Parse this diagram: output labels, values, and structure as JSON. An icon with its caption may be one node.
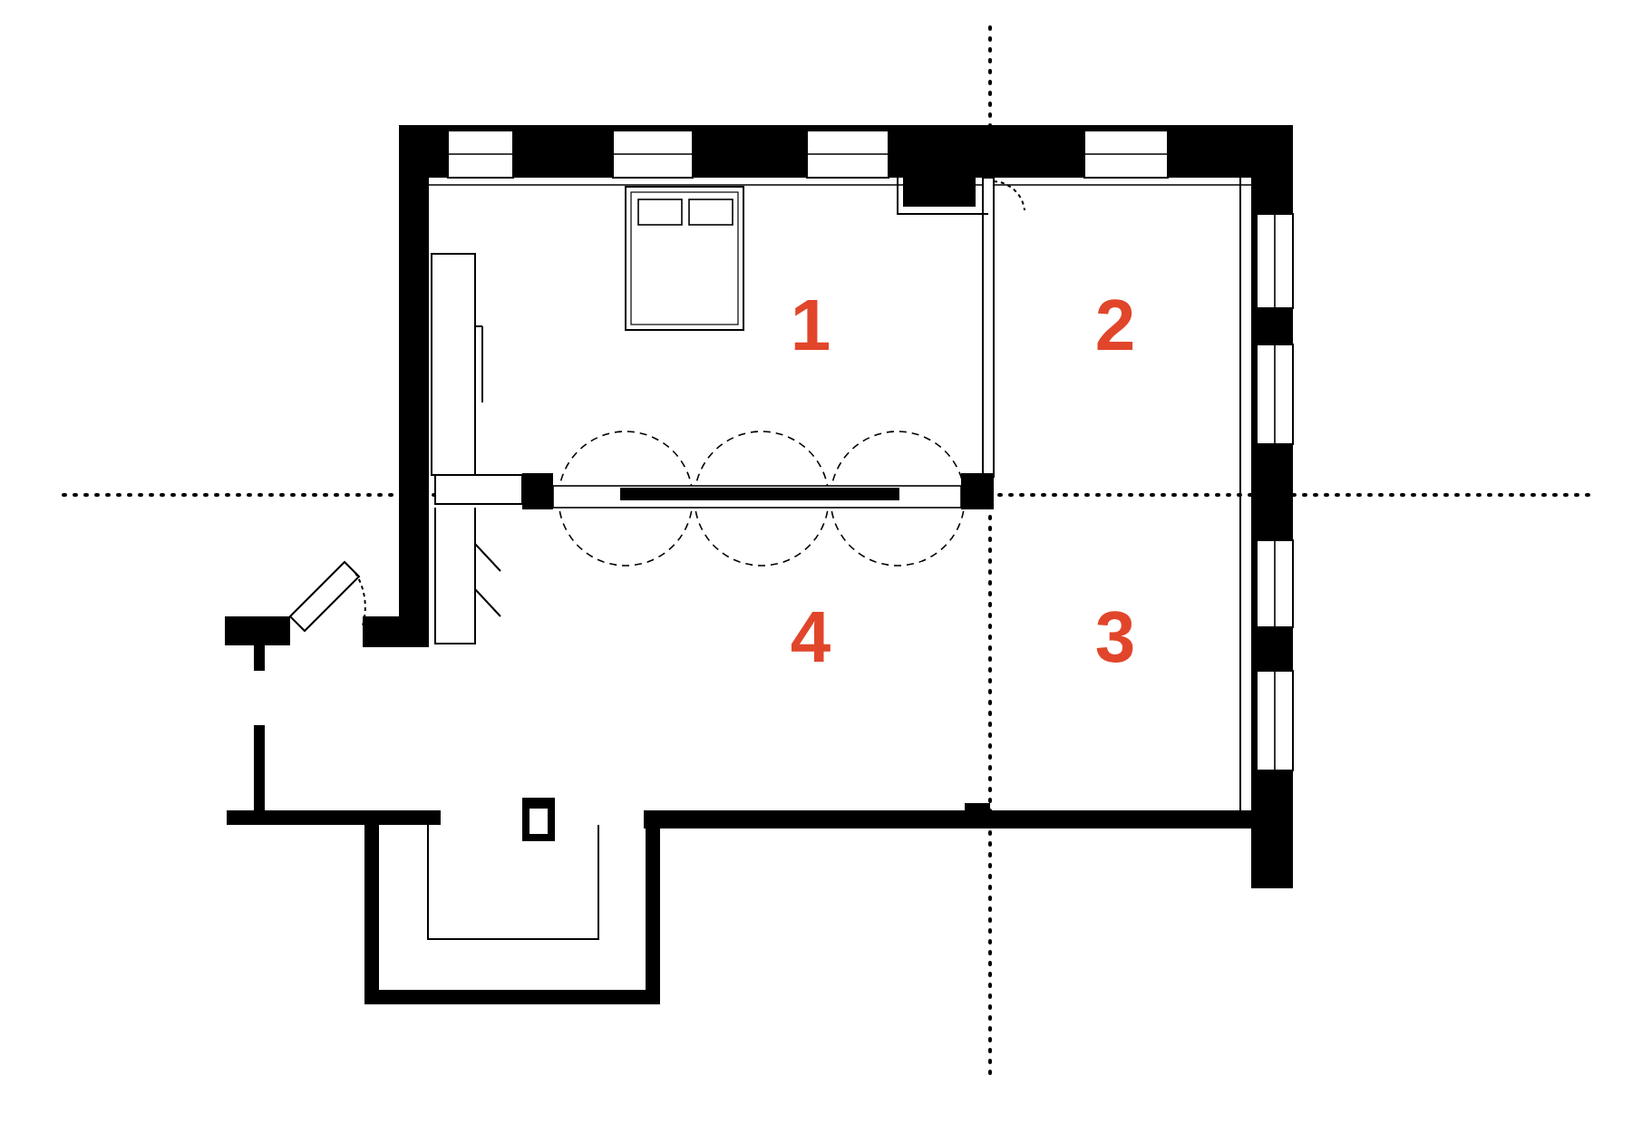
{
  "diagram": {
    "labels": [
      "1",
      "2",
      "4",
      "3"
    ]
  }
}
